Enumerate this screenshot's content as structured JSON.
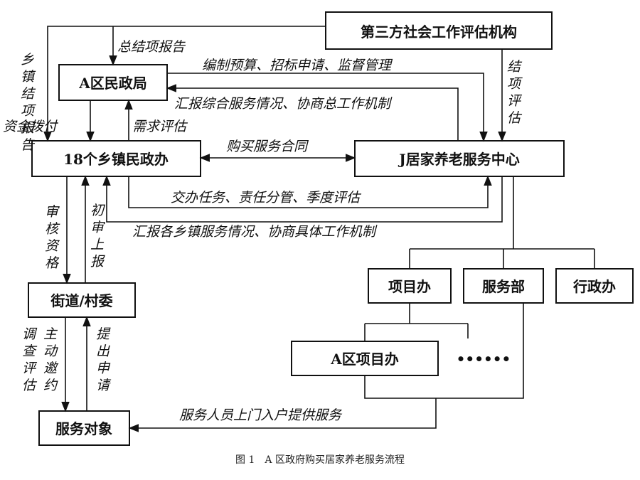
{
  "nodes": {
    "third_party": "第三方社会工作评估机构",
    "civil_bureau": "A区民政局",
    "township": "18个乡镇民政办",
    "service_center": "J居家养老服务中心",
    "street": "街道/村委",
    "project_office": "项目办",
    "service_dept": "服务部",
    "admin_office": "行政办",
    "a_project_office": "A区项目办",
    "ellipsis": "••••••",
    "target": "服务对象"
  },
  "edges": {
    "final_report": "总结项报告",
    "budget": "编制预算、招标申请、监督管理",
    "report_overall": "汇报综合服务情况、协商总工作机制",
    "need_eval": "需求评估",
    "fund_pay": "资金拨付",
    "purchase_contract": "购买服务合同",
    "assign_tasks": "交办任务、责任分管、季度评估",
    "report_township": "汇报各乡镇服务情况、协商具体工作机制",
    "review": "审核资格",
    "initial_report": "初审上报",
    "invite": "主动邀约",
    "survey": "调查评估",
    "apply": "提出申请",
    "home_service": "服务人员上门入户提供服务",
    "town_report": "乡镇结项报告",
    "closure_eval": "结项评估"
  },
  "caption": "图 1　A 区政府购买居家养老服务流程"
}
